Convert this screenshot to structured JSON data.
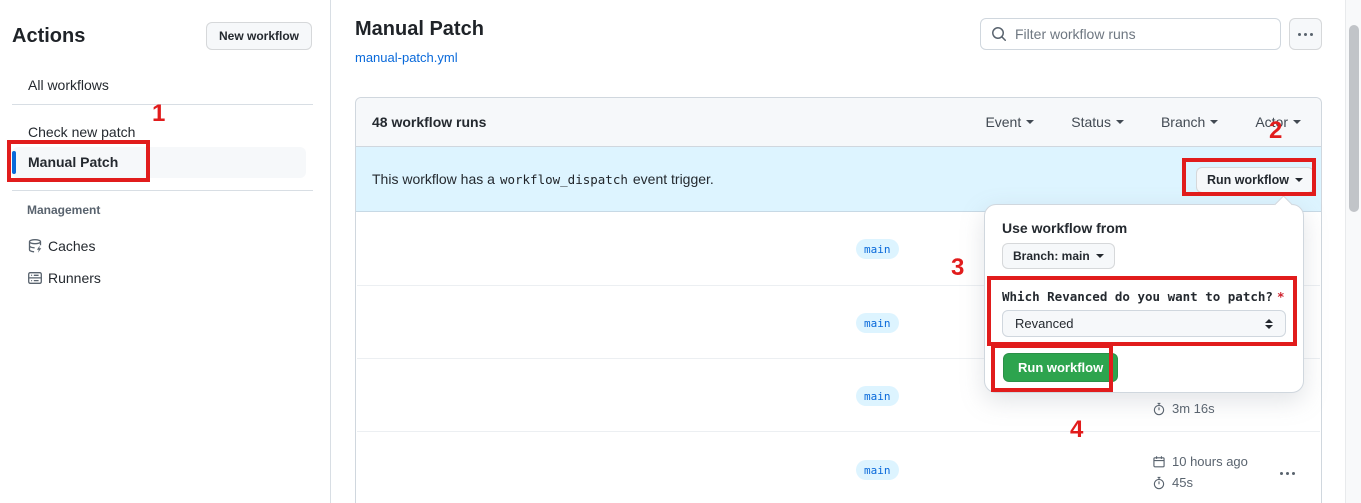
{
  "colors": {
    "annotation_red": "#e11c1c",
    "accent_blue": "#0969da",
    "banner_bg": "#ddf4ff",
    "green_button": "#2da44e",
    "orange_strip": "#f78166"
  },
  "sidebar": {
    "title": "Actions",
    "new_workflow_button": "New workflow",
    "all_workflows": "All workflows",
    "workflows": [
      {
        "label": "Check new patch",
        "selected": false
      },
      {
        "label": "Manual Patch",
        "selected": true
      }
    ],
    "management_label": "Management",
    "management_items": [
      {
        "label": "Caches",
        "icon": "cache-database-icon"
      },
      {
        "label": "Runners",
        "icon": "runners-icon"
      }
    ]
  },
  "main": {
    "page_title": "Manual Patch",
    "workflow_file_link": "manual-patch.yml",
    "search_placeholder": "Filter workflow runs"
  },
  "runs_panel": {
    "runs_count_label": "48 workflow runs",
    "filters": [
      {
        "label": "Event"
      },
      {
        "label": "Status"
      },
      {
        "label": "Branch"
      },
      {
        "label": "Actor"
      }
    ],
    "banner": {
      "text_before_code": "This workflow has a",
      "code_text": "workflow_dispatch",
      "text_after_code": "event trigger.",
      "run_workflow_button": "Run workflow"
    },
    "rows": [
      {
        "branch_badge": "main"
      },
      {
        "branch_badge": "main"
      },
      {
        "branch_badge": "main",
        "duration": "3m 16s"
      },
      {
        "branch_badge": "main",
        "started": "10 hours ago",
        "duration": "45s"
      }
    ]
  },
  "run_workflow_dialog": {
    "heading": "Use workflow from",
    "branch_button": "Branch: main",
    "input_label": "Which Revanced do you want to patch?",
    "required_asterisk": "*",
    "input_value": "Revanced",
    "submit_button": "Run workflow"
  },
  "annotations": {
    "step_1": "1",
    "step_2": "2",
    "step_3": "3",
    "step_4": "4"
  }
}
